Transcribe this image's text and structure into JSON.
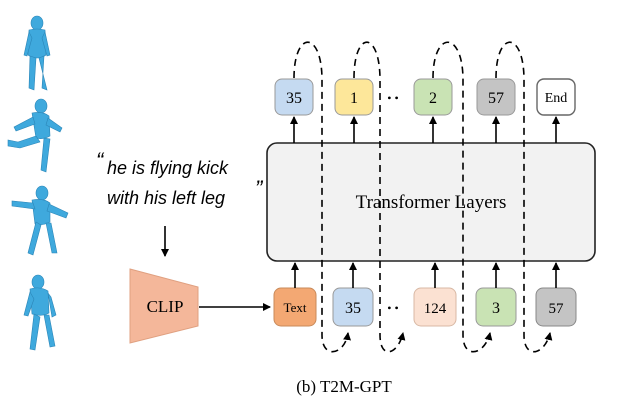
{
  "caption": "(b) T2M-GPT",
  "prompt_text": {
    "line1": "he is flying kick",
    "line2": "with his left leg",
    "open_quote": "“",
    "close_quote": "”"
  },
  "encoder": {
    "label": "CLIP",
    "color": "#f4b79a"
  },
  "transformer": {
    "label": "Transformer Layers",
    "fill": "#f2f2f2"
  },
  "output_tokens": [
    {
      "label": "35",
      "color": "#c5daf1"
    },
    {
      "label": "1",
      "color": "#fde79a"
    },
    {
      "label": "2",
      "color": "#c9e3b4"
    },
    {
      "label": "57",
      "color": "#c4c4c4"
    },
    {
      "label": "End",
      "color": "#ffffff"
    }
  ],
  "input_tokens": [
    {
      "label": "Text",
      "color": "#f3a873"
    },
    {
      "label": "35",
      "color": "#c5daf1"
    },
    {
      "label": "124",
      "color": "#fbe1d2"
    },
    {
      "label": "3",
      "color": "#c9e3b4"
    },
    {
      "label": "57",
      "color": "#c4c4c4"
    }
  ],
  "ellipsis": "• •",
  "colors": {
    "figure": "#3fa9dd",
    "figure_dark": "#2b86b8",
    "stroke": "#333333"
  }
}
